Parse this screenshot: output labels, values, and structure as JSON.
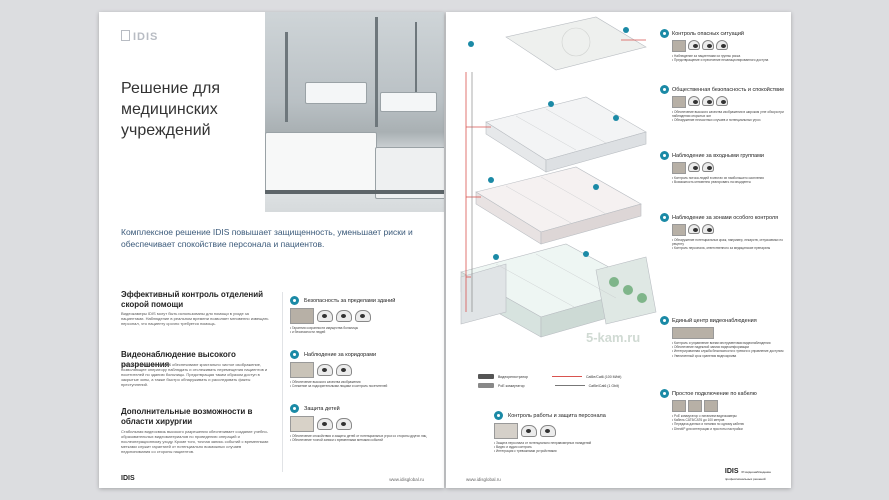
{
  "brand": {
    "logo": "IDIS",
    "footer_tag": "IP-видеонаблюдение\nпрофессиональных решений"
  },
  "left_page": {
    "title": "Решение для медицинских учреждений",
    "intro": "Комплексное решение IDIS повышает защищенность, уменьшает риски и обеспечивает спокойствие персонала и пациентов.",
    "sections": [
      {
        "heading": "Эффективный контроль отделений скорой помощи",
        "text": "Видеокамеры IDIS могут быть использованы для помощи в уходе за пациентами. Наблюдение в реальном времени позволяет мгновенно извещать персонал, что пациенту срочно требуется помощь."
      },
      {
        "heading": "Видеонаблюдение высокого разрешения",
        "text": "Камеры с разрешением 4К обеспечивают кристально чистое изображение, позволяющее оператору наблюдать и отслеживать перемещения пациентов и посетителей по зданию больницы. Предотвращая таким образом доступ в закрытые зоны, а также быстро обнаруживать и расследовать факты преступлений."
      },
      {
        "heading": "Дополнительные возможности в области хирургии",
        "text": "Стабильная видеосвязь высокого разрешения обеспечивает создание учебно-образовательных видеоматериалов по проведению операций и послеоперационному уходу. Кроме того, точная запись событий с временными метками служит гарантией от потенциально возможных случаев недопонимания со стороны пациентов."
      }
    ],
    "features": [
      {
        "heading": "Безопасность за пределами зданий",
        "bullets": "• Гарантия сохранности имущества больницы\n• и безопасности людей"
      },
      {
        "heading": "Наблюдение за коридорами",
        "bullets": "• Обеспечение высокого качества изображения\n• Слежение за подозрительными лицами и контроль посетителей"
      },
      {
        "heading": "Защита детей",
        "bullets": "• Обеспечение спокойствия и защиты детей от потенциальных угроз со стороны других лиц\n• Обеспечение точной записи с временными метками событий"
      }
    ],
    "footer_url": "www.idisglobal.ru"
  },
  "right_page": {
    "callouts": [
      {
        "heading": "Контроль опасных ситуаций",
        "bullets": "• Наблюдение за пациентами из группы риска\n• Предотвращение и пресечение несанкционированного доступа"
      },
      {
        "heading": "Общественная безопасность и спокойствие",
        "bullets": "• Обеспечение высокого качества изображения в широком угле обзора при наблюдении открытых зон\n• Обнаружение несчастных случаев и потенциальных угроз"
      },
      {
        "heading": "Наблюдение за входными группами",
        "bullets": "• Контроль потока людей в местах их наибольшего скопления\n• Возможность мгновенно реагировать на инциденты"
      },
      {
        "heading": "Наблюдение за зонами особого контроля",
        "bullets": "• Обнаружение потенциальных краж, например, лекарств, отпускаемых по рецепту\n• Контроль персонала, ответственного за медицинские препараты"
      },
      {
        "heading": "Единый центр видеонаблюдения",
        "bullets": "• Контроль и управление всеми инструментами видеонаблюдения\n• Обеспечение надежной записи видеоинформации\n• Интегрированная служба безопасности и тревоги и управление доступом\n• Увеличенный срок хранения видеоархива"
      },
      {
        "heading": "Простое подключение по кабелю",
        "bullets": "• PoE коммутатор с питанием видеокамеры\n• Кабель CAT5/CAT6 до 100 метров\n• Передача данных и питания по одному кабелю\n• DirectIP для интеграции и простоты настройки"
      }
    ],
    "bottom_callout": {
      "heading": "Контроль работы и защита персонала",
      "bullets": "• Защита персонала от потенциально неправомерных нападений\n• Видео и аудио контроль\n• Интеграция с тревожными устройствами"
    },
    "legend": [
      {
        "device": "Видеорегистратор",
        "cable": "Cat5e/Cat6 (100 M/bit)"
      },
      {
        "device": "PoE коммутатор",
        "cable": "Cat5e/Cat6 (1 Gbit)"
      }
    ],
    "watermark": "5-kam.ru",
    "footer_url": "www.idisglobal.ru"
  },
  "colors": {
    "accent": "#1b8aa6",
    "red_cable": "#d9534f",
    "grey_cable": "#777777"
  }
}
